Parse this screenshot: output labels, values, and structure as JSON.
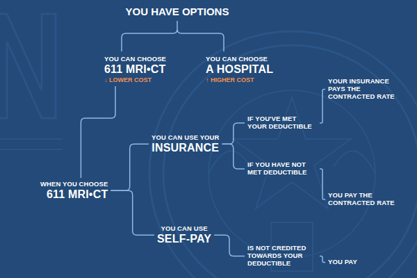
{
  "diagram": {
    "title": "YOU HAVE OPTIONS",
    "nodes": [
      {
        "text": [
          "YOU CAN CHOOSE",
          "611 MRI•CT",
          "↓ LOWER COST"
        ]
      },
      {
        "text": [
          "YOU CAN CHOOSE",
          "A HOSPITAL",
          "↑ HIGHER COST"
        ]
      },
      {
        "text": [
          "WHEN YOU CHOOSE",
          "611 MRI•CT"
        ]
      },
      {
        "text": [
          "YOU CAN USE YOUR",
          "INSURANCE"
        ]
      },
      {
        "text": [
          "IF YOU'VE MET YOUR DEDUCTIBLE"
        ]
      },
      {
        "text": [
          "YOUR INSURANCE PAYS THE CONTRACTED RATE"
        ]
      },
      {
        "text": [
          "IF YOU HAVE NOT MET DEDUCTIBLE"
        ]
      },
      {
        "text": [
          "YOU PAY THE CONTRACTED RATE"
        ]
      },
      {
        "text": [
          "YOU CAN USE",
          "SELF-PAY"
        ]
      },
      {
        "text": [
          "IS NOT CREDITED TOWARDS YOUR DEDUCTIBLE"
        ]
      },
      {
        "text": [
          "YOU PAY"
        ]
      }
    ],
    "edges": [
      {
        "from": 0,
        "to": 2,
        "arrow": "none"
      },
      {
        "from": 2,
        "to": 3,
        "arrow": "none"
      },
      {
        "from": 2,
        "to": 8,
        "arrow": "none"
      },
      {
        "from": 3,
        "to": 4,
        "arrow": "none"
      },
      {
        "from": 3,
        "to": 6,
        "arrow": "none"
      },
      {
        "from": 4,
        "to": 5,
        "arrow": "none"
      },
      {
        "from": 6,
        "to": 7,
        "arrow": "none"
      },
      {
        "from": 8,
        "to": 9,
        "arrow": "none"
      },
      {
        "from": 9,
        "to": 10,
        "arrow": "none"
      }
    ]
  }
}
